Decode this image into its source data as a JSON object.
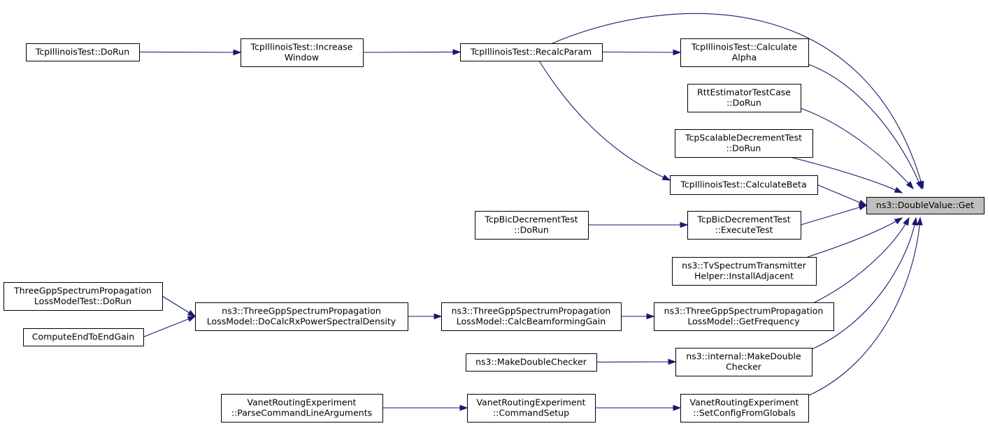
{
  "graph": {
    "nodes": [
      {
        "id": "get",
        "lines": [
          "ns3::DoubleValue::Get"
        ],
        "root": true
      },
      {
        "id": "calcAlpha",
        "lines": [
          "TcpIllinoisTest::Calculate",
          "Alpha"
        ]
      },
      {
        "id": "rttDoRun",
        "lines": [
          "RttEstimatorTestCase",
          "::DoRun"
        ]
      },
      {
        "id": "scalableDoRun",
        "lines": [
          "TcpScalableDecrementTest",
          "::DoRun"
        ]
      },
      {
        "id": "calcBeta",
        "lines": [
          "TcpIllinoisTest::CalculateBeta"
        ]
      },
      {
        "id": "bicExecute",
        "lines": [
          "TcpBicDecrementTest",
          "::ExecuteTest"
        ]
      },
      {
        "id": "tvInstall",
        "lines": [
          "ns3::TvSpectrumTransmitter",
          "Helper::InstallAdjacent"
        ]
      },
      {
        "id": "getFrequency",
        "lines": [
          "ns3::ThreeGppSpectrumPropagation",
          "LossModel::GetFrequency"
        ]
      },
      {
        "id": "makeDoubleInternal",
        "lines": [
          "ns3::internal::MakeDouble",
          "Checker"
        ]
      },
      {
        "id": "setConfig",
        "lines": [
          "VanetRoutingExperiment",
          "::SetConfigFromGlobals"
        ]
      },
      {
        "id": "recalcParam",
        "lines": [
          "TcpIllinoisTest::RecalcParam"
        ]
      },
      {
        "id": "increaseWindow",
        "lines": [
          "TcpIllinoisTest::Increase",
          "Window"
        ]
      },
      {
        "id": "illinoisDoRun",
        "lines": [
          "TcpIllinoisTest::DoRun"
        ]
      },
      {
        "id": "bicDoRun",
        "lines": [
          "TcpBicDecrementTest",
          "::DoRun"
        ]
      },
      {
        "id": "calcBeamforming",
        "lines": [
          "ns3::ThreeGppSpectrumPropagation",
          "LossModel::CalcBeamformingGain"
        ]
      },
      {
        "id": "doCalcRx",
        "lines": [
          "ns3::ThreeGppSpectrumPropagation",
          "LossModel::DoCalcRxPowerSpectralDensity"
        ]
      },
      {
        "id": "threeGppTestDoRun",
        "lines": [
          "ThreeGppSpectrumPropagation",
          "LossModelTest::DoRun"
        ]
      },
      {
        "id": "computeE2E",
        "lines": [
          "ComputeEndToEndGain"
        ]
      },
      {
        "id": "makeDoubleChecker",
        "lines": [
          "ns3::MakeDoubleChecker"
        ]
      },
      {
        "id": "commandSetup",
        "lines": [
          "VanetRoutingExperiment",
          "::CommandSetup"
        ]
      },
      {
        "id": "parseArgs",
        "lines": [
          "VanetRoutingExperiment",
          "::ParseCommandLineArguments"
        ]
      }
    ],
    "edges": [
      {
        "from": "recalcParam",
        "to": "get"
      },
      {
        "from": "calcAlpha",
        "to": "get"
      },
      {
        "from": "rttDoRun",
        "to": "get"
      },
      {
        "from": "scalableDoRun",
        "to": "get"
      },
      {
        "from": "calcBeta",
        "to": "get"
      },
      {
        "from": "bicExecute",
        "to": "get"
      },
      {
        "from": "tvInstall",
        "to": "get"
      },
      {
        "from": "getFrequency",
        "to": "get"
      },
      {
        "from": "makeDoubleInternal",
        "to": "get"
      },
      {
        "from": "setConfig",
        "to": "get"
      },
      {
        "from": "recalcParam",
        "to": "calcAlpha"
      },
      {
        "from": "recalcParam",
        "to": "calcBeta"
      },
      {
        "from": "increaseWindow",
        "to": "recalcParam"
      },
      {
        "from": "illinoisDoRun",
        "to": "increaseWindow"
      },
      {
        "from": "bicDoRun",
        "to": "bicExecute"
      },
      {
        "from": "calcBeamforming",
        "to": "getFrequency"
      },
      {
        "from": "doCalcRx",
        "to": "calcBeamforming"
      },
      {
        "from": "threeGppTestDoRun",
        "to": "doCalcRx"
      },
      {
        "from": "computeE2E",
        "to": "doCalcRx"
      },
      {
        "from": "makeDoubleChecker",
        "to": "makeDoubleInternal"
      },
      {
        "from": "commandSetup",
        "to": "setConfig"
      },
      {
        "from": "parseArgs",
        "to": "commandSetup"
      }
    ]
  },
  "colors": {
    "edge": "#191970",
    "root_fill": "#bfbfbf",
    "node_fill": "#ffffff",
    "node_stroke": "#000000"
  }
}
